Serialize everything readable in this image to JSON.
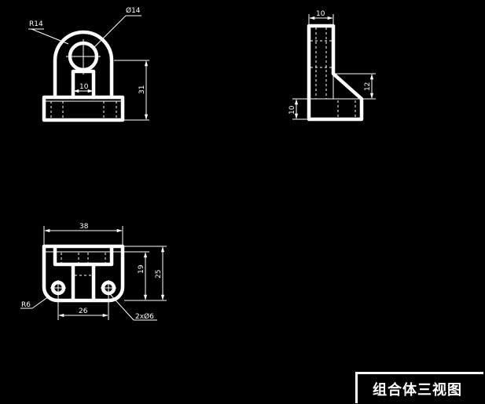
{
  "title": "组合体三视图",
  "front_view": {
    "radius_label": "R14",
    "diameter_label": "Ø14",
    "width_label": "10",
    "height_label": "31"
  },
  "side_view": {
    "width_label": "10",
    "rib_label": "12",
    "base_label": "10"
  },
  "top_view": {
    "width_label": "38",
    "depth_inner_label": "19",
    "depth_label": "25",
    "hole_spacing_label": "26",
    "corner_radius_label": "R6",
    "holes_label": "2xØ6"
  }
}
